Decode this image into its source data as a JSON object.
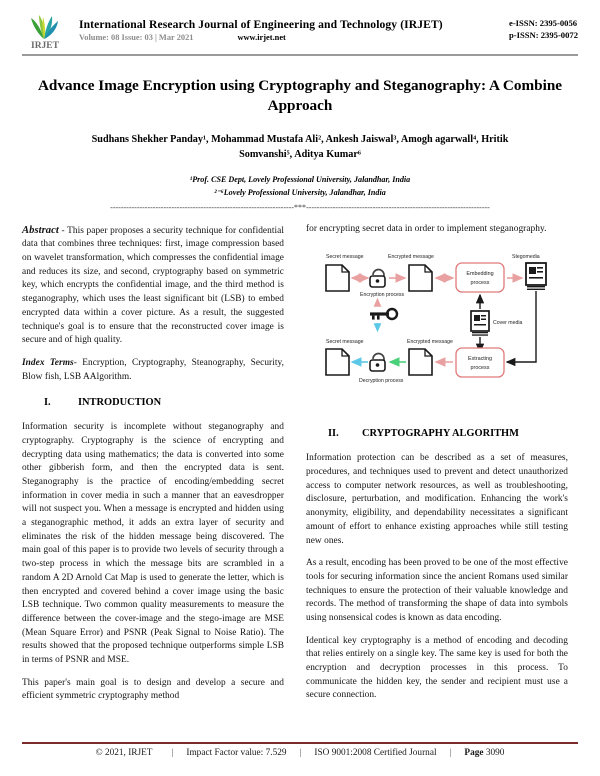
{
  "header": {
    "logo_text": "IRJET",
    "journal_title": "International Research Journal of Engineering and Technology (IRJET)",
    "volume": "Volume: 08 Issue: 03 | Mar 2021",
    "website": "www.irjet.net",
    "e_issn": "e-ISSN: 2395-0056",
    "p_issn": "p-ISSN: 2395-0072"
  },
  "paper": {
    "title": "Advance Image Encryption using Cryptography and Steganography: A Combine Approach",
    "authors_line1": "Sudhans Shekher Panday¹, Mohammad Mustafa Ali², Ankesh Jaiswal³, Amogh agarwall⁴, Hritik",
    "authors_line2": "Somvanshi⁵, Aditya Kumar⁶",
    "affiliation1": "¹Prof. CSE Dept, Lovely Professional University, Jalandhar, India",
    "affiliation2": "²⁻⁶Lovely Professional University, Jalandhar, India",
    "separator": "---------------------------------------------------------------------***---------------------------------------------------------------------"
  },
  "abstract": {
    "label": "Abstract",
    "dash": " - ",
    "text": "This paper proposes a security technique for confidential data that combines three techniques: first, image compression based on wavelet transformation, which compresses the confidential image and reduces its size, and second, cryptography based on symmetric key, which encrypts the confidential image, and the third method is steganography, which uses the least significant bit (LSB) to embed encrypted data within a cover picture. As a result, the suggested technique's goal is to ensure that the reconstructed cover image is secure and of high quality."
  },
  "index_terms": {
    "label": "Index Terms",
    "dash": "- ",
    "text": "Encryption, Cryptography, Steanography, Security, Blow fish, LSB AAlgorithm."
  },
  "sections": {
    "intro": {
      "number": "I.",
      "title": "INTRODUCTION"
    },
    "crypto": {
      "number": "II.",
      "title": "CRYPTOGRAPHY ALGORITHM"
    }
  },
  "intro_paragraphs": {
    "p1": "Information security is incomplete without steganography and cryptography. Cryptography is the science of encrypting and decrypting data using mathematics; the data is converted into some other gibberish form, and then the encrypted data is sent. Steganography is the practice of encoding/embedding secret information in cover media in such a manner that an eavesdropper will not suspect you. When a message is encrypted and hidden using a steganographic method, it adds an extra layer of security and eliminates the risk of the hidden message being discovered. The main goal of this paper is to provide two levels of security through a two-step process in which the message bits are scrambled in a random A 2D Arnold Cat Map is used to generate the letter, which is then encrypted and covered behind a cover image using the basic LSB technique. Two common quality measurements to measure the difference between the cover-image and the stego-image are MSE (Mean Square Error) and PSNR (Peak Signal to Noise Ratio). The results showed that the proposed technique outperforms simple LSB in terms of PSNR and MSE.",
    "p2": "This paper's main goal is to design and develop a secure and efficient symmetric cryptography method"
  },
  "right_column": {
    "continuation": "for encrypting secret data in order to implement steganography.",
    "p1": "Information protection can be described as a set of measures, procedures, and techniques used to prevent and detect unauthorized access to computer network resources, as well as troubleshooting, disclosure, perturbation, and modification. Enhancing the work's anonymity, eligibility, and dependability necessitates a significant amount of effort to enhance existing approaches while still testing new ones.",
    "p2": " As a result, encoding has been proved to be one of the most effective tools for securing information since the ancient Romans used similar techniques to ensure the protection of their valuable knowledge and records. The method of transforming the shape of data into symbols using nonsensical codes is known as data encoding.",
    "p3": "Identical key cryptography is a method of encoding and decoding that relies entirely on a single key. The same key is used for both the encryption and decryption processes in this process. To communicate the hidden key, the sender and recipient must use a secure connection."
  },
  "figure": {
    "label_secret_top": "Secret message",
    "label_encrypted_top": "Encrypted message",
    "label_stegomedia": "Stegomedia",
    "label_encryption_process": "Encryption process",
    "label_embedding": "Embedding",
    "label_embedding2": "process",
    "label_cover_media": "Cover media",
    "label_secret_bottom": "Secret message",
    "label_encrypted_bottom": "Encrypted message",
    "label_decryption_process": "Decryption process",
    "label_extracting": "Extracting",
    "label_extracting2": "process",
    "color_arrow_red": "#e8a0a0",
    "color_arrow_blue": "#5bc8e8",
    "color_arrow_green": "#4ad07a",
    "color_box_border": "#e07a7a"
  },
  "footer": {
    "copyright": "© 2021, IRJET",
    "impact": "Impact Factor value: 7.529",
    "iso": "ISO 9001:2008 Certified Journal",
    "page_label": "Page",
    "page_number": "3090",
    "separator": "|"
  }
}
